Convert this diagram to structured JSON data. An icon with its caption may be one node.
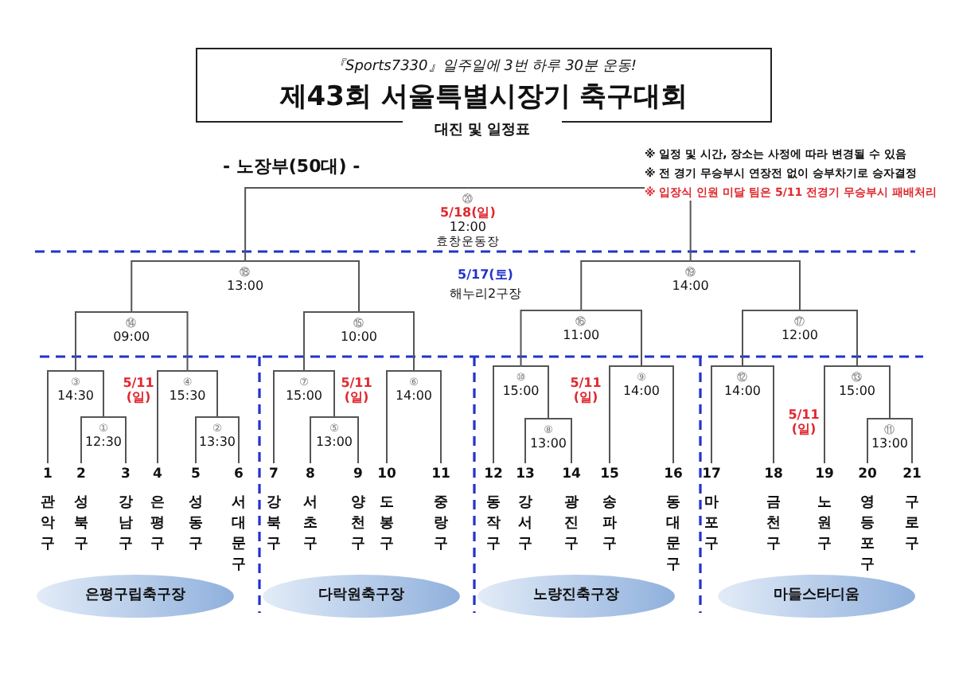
{
  "diagram": {
    "nodes": [
      {
        "text": [
          "『Sports7330』일주일에 3번 하루 30분 운동!",
          "제43회 서울특별시장기 축구대회"
        ],
        "beside": [
          "대진 및 일정표"
        ]
      },
      {
        "text": [
          "⑳",
          "5/18(일)",
          "12:00",
          "효창운동장"
        ]
      },
      {
        "text": [
          "⑱",
          "13:00"
        ]
      },
      {
        "text": [
          "⑲",
          "14:00"
        ]
      },
      {
        "text": [
          "⑭",
          "09:00"
        ]
      },
      {
        "text": [
          "⑮",
          "10:00"
        ]
      },
      {
        "text": [
          "⑯",
          "11:00"
        ]
      },
      {
        "text": [
          "⑰",
          "12:00"
        ]
      },
      {
        "text": [
          "③",
          "14:30"
        ]
      },
      {
        "text": [
          "④",
          "15:30"
        ]
      },
      {
        "text": [
          "⑦",
          "15:00"
        ]
      },
      {
        "text": [
          "⑥",
          "14:00"
        ]
      },
      {
        "text": [
          "⑩",
          "15:00"
        ]
      },
      {
        "text": [
          "⑨",
          "14:00"
        ]
      },
      {
        "text": [
          "⑫",
          "14:00"
        ]
      },
      {
        "text": [
          "⑬",
          "15:00"
        ]
      },
      {
        "text": [
          "①",
          "12:30"
        ]
      },
      {
        "text": [
          "②",
          "13:30"
        ]
      },
      {
        "text": [
          "⑤",
          "13:00"
        ]
      },
      {
        "text": [
          "⑧",
          "13:00"
        ]
      },
      {
        "text": [
          "⑪",
          "13:00"
        ]
      },
      {
        "text": [
          "1",
          "관악구"
        ]
      },
      {
        "text": [
          "2",
          "성북구"
        ]
      },
      {
        "text": [
          "3",
          "강남구"
        ]
      },
      {
        "text": [
          "4",
          "은평구"
        ]
      },
      {
        "text": [
          "5",
          "성동구"
        ]
      },
      {
        "text": [
          "6",
          "서대문구"
        ]
      },
      {
        "text": [
          "7",
          "강북구"
        ]
      },
      {
        "text": [
          "8",
          "서초구"
        ]
      },
      {
        "text": [
          "9",
          "양천구"
        ]
      },
      {
        "text": [
          "10",
          "도봉구"
        ]
      },
      {
        "text": [
          "11",
          "중랑구"
        ]
      },
      {
        "text": [
          "12",
          "동작구"
        ]
      },
      {
        "text": [
          "13",
          "강서구"
        ]
      },
      {
        "text": [
          "14",
          "광진구"
        ]
      },
      {
        "text": [
          "15",
          "송파구"
        ]
      },
      {
        "text": [
          "16",
          "동대문구"
        ]
      },
      {
        "text": [
          "17",
          "마포구"
        ]
      },
      {
        "text": [
          "18",
          "금천구"
        ]
      },
      {
        "text": [
          "19",
          "노원구"
        ]
      },
      {
        "text": [
          "20",
          "영등포구"
        ]
      },
      {
        "text": [
          "21",
          "구로구"
        ]
      },
      {
        "text": [
          "은평구립축구장"
        ]
      },
      {
        "text": [
          "다락원축구장"
        ]
      },
      {
        "text": [
          "노량진축구장"
        ]
      },
      {
        "text": [
          "마들스타디움"
        ]
      }
    ],
    "edges": [
      {
        "from": 2,
        "to": 1,
        "arrow": "none"
      },
      {
        "from": 3,
        "to": 1,
        "arrow": "none"
      },
      {
        "from": 4,
        "to": 2,
        "arrow": "none"
      },
      {
        "from": 5,
        "to": 2,
        "arrow": "none"
      },
      {
        "from": 6,
        "to": 3,
        "arrow": "none"
      },
      {
        "from": 7,
        "to": 3,
        "arrow": "none"
      },
      {
        "from": 8,
        "to": 4,
        "arrow": "none"
      },
      {
        "from": 9,
        "to": 4,
        "arrow": "none"
      },
      {
        "from": 10,
        "to": 5,
        "arrow": "none"
      },
      {
        "from": 11,
        "to": 5,
        "arrow": "none"
      },
      {
        "from": 12,
        "to": 6,
        "arrow": "none"
      },
      {
        "from": 13,
        "to": 6,
        "arrow": "none"
      },
      {
        "from": 14,
        "to": 7,
        "arrow": "none"
      },
      {
        "from": 15,
        "to": 7,
        "arrow": "none"
      },
      {
        "from": 21,
        "to": 8,
        "arrow": "none"
      },
      {
        "from": 16,
        "to": 8,
        "arrow": "none"
      },
      {
        "from": 22,
        "to": 16,
        "arrow": "none"
      },
      {
        "from": 23,
        "to": 16,
        "arrow": "none"
      },
      {
        "from": 24,
        "to": 9,
        "arrow": "none"
      },
      {
        "from": 17,
        "to": 9,
        "arrow": "none"
      },
      {
        "from": 25,
        "to": 17,
        "arrow": "none"
      },
      {
        "from": 26,
        "to": 17,
        "arrow": "none"
      },
      {
        "from": 27,
        "to": 10,
        "arrow": "none"
      },
      {
        "from": 18,
        "to": 10,
        "arrow": "none"
      },
      {
        "from": 28,
        "to": 18,
        "arrow": "none"
      },
      {
        "from": 29,
        "to": 18,
        "arrow": "none"
      },
      {
        "from": 30,
        "to": 11,
        "arrow": "none"
      },
      {
        "from": 31,
        "to": 11,
        "arrow": "none"
      },
      {
        "from": 32,
        "to": 12,
        "arrow": "none"
      },
      {
        "from": 19,
        "to": 12,
        "arrow": "none"
      },
      {
        "from": 33,
        "to": 19,
        "arrow": "none"
      },
      {
        "from": 34,
        "to": 19,
        "arrow": "none"
      },
      {
        "from": 35,
        "to": 13,
        "arrow": "none"
      },
      {
        "from": 36,
        "to": 13,
        "arrow": "none"
      },
      {
        "from": 37,
        "to": 14,
        "arrow": "none"
      },
      {
        "from": 38,
        "to": 14,
        "arrow": "none"
      },
      {
        "from": 39,
        "to": 15,
        "arrow": "none"
      },
      {
        "from": 20,
        "to": 15,
        "arrow": "none"
      },
      {
        "from": 40,
        "to": 20,
        "arrow": "none"
      },
      {
        "from": 41,
        "to": 20,
        "arrow": "none"
      }
    ],
    "labels": [
      "※ 일정 및 시간, 장소는 사정에 따라 변경될 수 있음",
      "- 노장부(50대) -",
      "※ 전 경기 무승부시 연장전 없이 승부차기로 승자결정",
      "※ 입장식 인원 미달 팀은 5/11 전경기 무승부시 패배처리",
      "5/17(토)",
      "해누리2구장",
      "5/11 (일)",
      "5/11 (일)",
      "5/11 (일)",
      "5/11 (일)"
    ]
  }
}
